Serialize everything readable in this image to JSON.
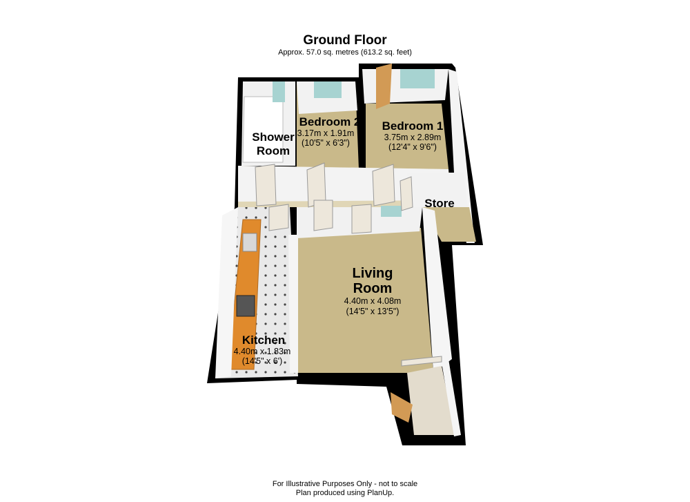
{
  "header": {
    "title": "Ground Floor",
    "area": "Approx. 57.0 sq. metres (613.2 sq. feet)"
  },
  "rooms": {
    "shower": {
      "name_line1": "Shower",
      "name_line2": "Room"
    },
    "bedroom2": {
      "name": "Bedroom 2",
      "dim_metric": "3.17m x 1.91m",
      "dim_imperial": "(10'5\" x 6'3\")"
    },
    "bedroom1": {
      "name": "Bedroom 1",
      "dim_metric": "3.75m x 2.89m",
      "dim_imperial": "(12'4\" x 9'6\")"
    },
    "store": {
      "name": "Store"
    },
    "living": {
      "name_line1": "Living",
      "name_line2": "Room",
      "dim_metric": "4.40m x 4.08m",
      "dim_imperial": "(14'5\" x 13'5\")"
    },
    "kitchen": {
      "name": "Kitchen",
      "dim_metric": "4.40m x 1.83m",
      "dim_imperial": "(14'5\" x 6')"
    }
  },
  "footer": {
    "line1": "For Illustrative Purposes Only - not to scale",
    "line2": "Plan produced using PlanUp."
  },
  "colors": {
    "wall": "#000000",
    "wall_inner": "#f2f2f2",
    "carpet": "#c9b98a",
    "kitchen_floor": "#e8e8e8",
    "worktop": "#e08a2c",
    "door": "#e3dccd",
    "window": "#a7d3d1"
  }
}
